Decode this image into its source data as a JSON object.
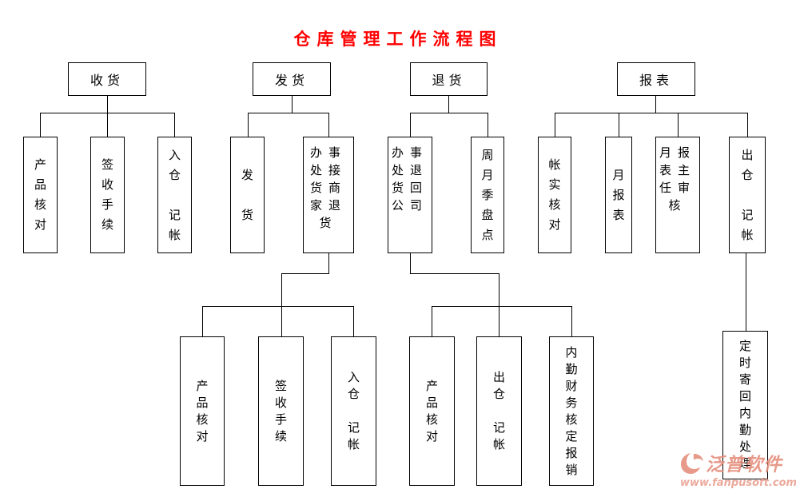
{
  "title": {
    "text": "仓库管理工作流程图"
  },
  "colors": {
    "title": "#ff0000",
    "line": "#000000",
    "box_border": "#000000",
    "watermark": "#e5907e"
  },
  "nodes": {
    "receiving": {
      "label": "收货"
    },
    "shipping": {
      "label": "发货"
    },
    "returns": {
      "label": "退货"
    },
    "reports": {
      "label": "报表"
    },
    "r_product_check": {
      "text": "产\n品\n核\n对"
    },
    "r_signoff": {
      "text": "签\n收\n手\n续"
    },
    "r_warehouse_in": {
      "text": "入\n仓\n\n记\n帐"
    },
    "s_ship": {
      "text": "发\n\n货"
    },
    "s_office_receive": {
      "text": "办事\n处接\n货商\n家退\n货"
    },
    "t_office_return": {
      "text": "办事\n处退\n货回\n公司"
    },
    "t_stocktake": {
      "text": "周\n月\n季\n盘\n点"
    },
    "b_book_check": {
      "text": "帐\n实\n核\n对"
    },
    "b_monthly_report": {
      "text": "月\n报\n表"
    },
    "b_director_review": {
      "text": "月报\n表主\n任审\n核"
    },
    "b_warehouse_out": {
      "text": "出\n仓\n\n记\n帐"
    },
    "s2_product_check": {
      "text": "产\n品\n核\n对"
    },
    "s2_signoff": {
      "text": "签\n收\n手\n续"
    },
    "s2_warehouse_in": {
      "text": "入\n仓\n\n记\n帐"
    },
    "t2_product_check": {
      "text": "产\n品\n核\n对"
    },
    "t2_warehouse_out": {
      "text": "出\n仓\n\n记\n帐"
    },
    "t2_finance_verify": {
      "text": "内\n勤\n财\n务\n核\n定\n报\n销"
    },
    "b2_scheduled_return": {
      "text": "定\n时\n寄\n回\n内\n勤\n处\n理"
    }
  },
  "watermark": {
    "brand": "泛普软件",
    "url": "www.fanpusoft.com"
  }
}
